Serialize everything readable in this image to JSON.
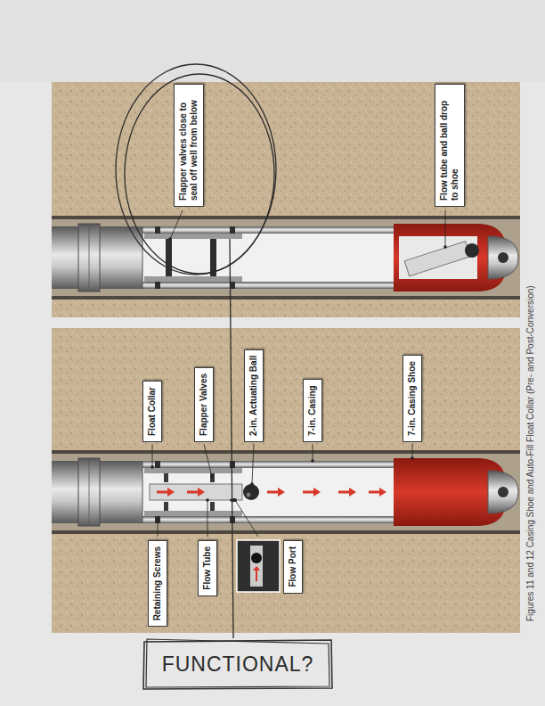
{
  "diagram": {
    "caption": "Figures 11 and 12 Casing Shoe and Auto-Fill Float Collar (Pre- and Post-Conversion)",
    "nodes": [
      {
        "text": [
          "Float Collar"
        ]
      },
      {
        "text": [
          "Flapper Valves"
        ]
      },
      {
        "text": [
          "2-in. Actuating Ball"
        ]
      },
      {
        "text": [
          "7-in. Casing"
        ]
      },
      {
        "text": [
          "7-in. Casing Shoe"
        ]
      },
      {
        "text": [
          "Retaining Screws"
        ]
      },
      {
        "text": [
          "Flow Tube"
        ]
      },
      {
        "text": [
          "Flow Port"
        ]
      },
      {
        "text": [
          "Flapper valves close to seal off well from below"
        ]
      },
      {
        "text": [
          "Flow tube and ball drop to shoe"
        ]
      },
      {
        "text": [
          "FUNCTIONAL?"
        ]
      }
    ]
  }
}
